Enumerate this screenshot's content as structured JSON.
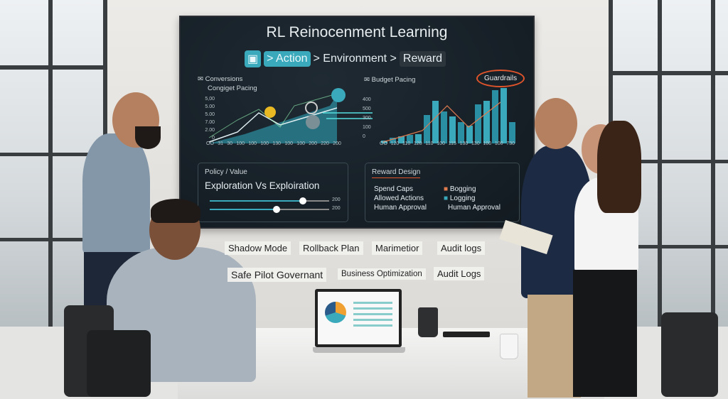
{
  "screen": {
    "title": "RL Reinocenment Learning",
    "flow": {
      "action": "> Action",
      "environment": "> Environment >",
      "reward": "Reward"
    },
    "left_chart": {
      "label1": "Conversions",
      "label2": "Congiget Pacing",
      "y_ticks": [
        "5,00",
        "5.00",
        "5.00",
        "7.00",
        "2.00",
        "0"
      ],
      "x_ticks": [
        "OO",
        "31",
        "30",
        "100",
        "100",
        "100",
        "130",
        "100",
        "100",
        "200",
        "220",
        "200"
      ]
    },
    "right_chart": {
      "label": "Budget Pacing",
      "guardrails": "Guardrails",
      "y_ticks": [
        "400",
        "500",
        "300",
        "100",
        "0"
      ],
      "x_ticks": [
        "OO",
        "120",
        "110",
        "120",
        "110",
        "100",
        "115",
        "130",
        "130",
        "100",
        "100",
        "730"
      ]
    },
    "policy": {
      "heading": "Policy / Value",
      "title": "Exploration Vs Exploiration",
      "slider1_value": "200",
      "slider2_value": "200",
      "slider1_level": 0.78,
      "slider2_level": 0.56
    },
    "reward": {
      "heading": "Reward Design",
      "left_items": [
        "Spend Caps",
        "Allowed Actions",
        "Human Approval"
      ],
      "right_items": [
        "Bogging",
        "Logging",
        "Human Approval"
      ]
    }
  },
  "wall_labels": {
    "row1": [
      "Shadow Mode",
      "Rollback Plan",
      "Marimetior",
      "Audit logs"
    ],
    "row2": [
      "Safe Pilot Governant",
      "Business Optimization",
      "Audit Logs"
    ]
  },
  "colors": {
    "accent": "#3aa9bb",
    "guardrail": "#e0542b",
    "screen_bg": "#151d23"
  }
}
